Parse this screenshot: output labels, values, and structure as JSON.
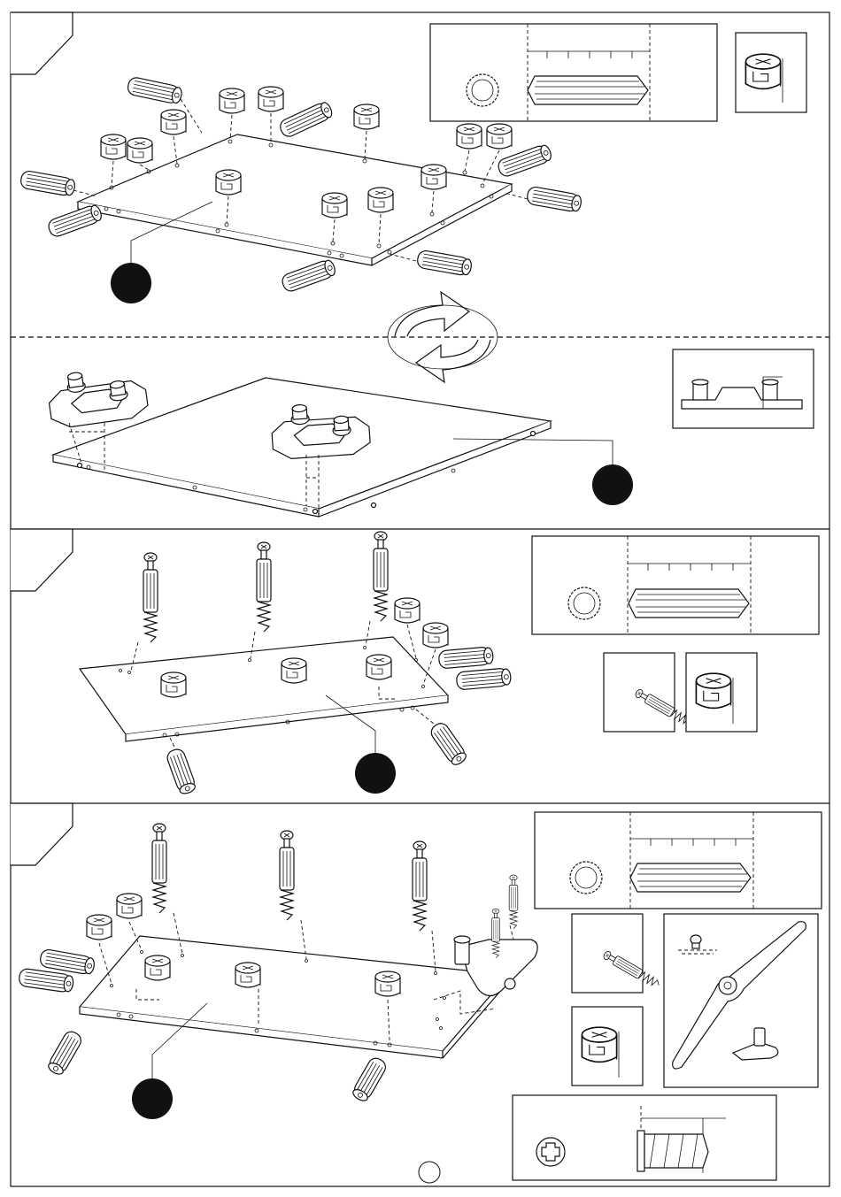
{
  "document": {
    "type": "furniture-assembly-instructions",
    "steps": [
      {
        "id": "step-1",
        "hardware": [
          "wooden-dowel",
          "cam-lock-housing"
        ],
        "reference_badge": ""
      },
      {
        "id": "step-1b",
        "hardware": [
          "hinge-mounting-plate"
        ],
        "reference_badge": ""
      },
      {
        "id": "step-2",
        "hardware": [
          "wooden-dowel",
          "cam-bolt",
          "cam-lock-housing"
        ],
        "reference_badge": ""
      },
      {
        "id": "step-3",
        "hardware": [
          "wooden-dowel",
          "cam-bolt",
          "cam-lock-housing",
          "lid-stay-bracket",
          "wood-screw"
        ],
        "reference_badge": ""
      }
    ],
    "page_number": "",
    "icons": [
      "rotate-panel-icon",
      "dowel-icon",
      "cam-lock-icon",
      "cam-bolt-icon",
      "hinge-plate-icon",
      "lid-stay-icon",
      "screw-icon"
    ],
    "colors": {
      "ink": "#111111",
      "paper": "#ffffff"
    }
  }
}
